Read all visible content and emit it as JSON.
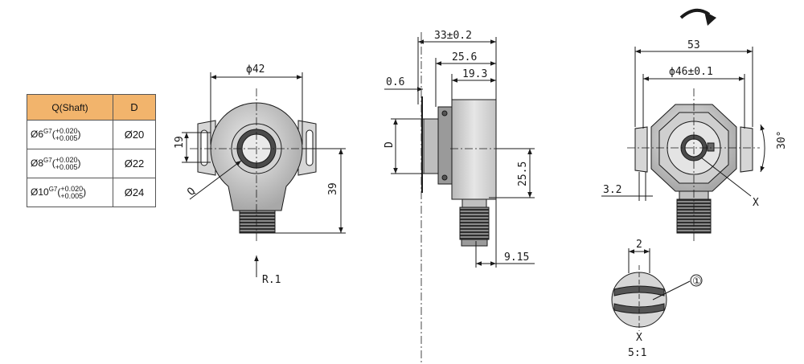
{
  "table": {
    "header": {
      "shaft": "Q(Shaft)",
      "d": "D"
    },
    "rows": [
      {
        "base": "Ø6",
        "fit": "G7",
        "upper": "+0.020",
        "lower": "+0.005",
        "d": "Ø20"
      },
      {
        "base": "Ø8",
        "fit": "G7",
        "upper": "+0.020",
        "lower": "+0.005",
        "d": "Ø22"
      },
      {
        "base": "Ø10",
        "fit": "G7",
        "upper": "+0.020",
        "lower": "+0.005",
        "d": "Ø24"
      }
    ]
  },
  "front_view": {
    "dia": "ϕ42",
    "h1": "19",
    "h2": "39",
    "q": "Q",
    "radius": "R.1"
  },
  "side_view": {
    "l1": "33±0.2",
    "l2": "25.6",
    "l3": "19.3",
    "l4": "0.6",
    "d": "D",
    "h": "25.5",
    "w": "9.15"
  },
  "rear_view": {
    "w1": "53",
    "w2": "ϕ46±0.1",
    "angle": "30°",
    "off": "3.2",
    "detail": "X"
  },
  "detail_view": {
    "w": "2",
    "callout": "①",
    "label": "X",
    "scale": "5:1"
  },
  "colors": {
    "header": "#f2b46c",
    "line": "#1a1a1a",
    "metal": "#c9c9c9"
  }
}
